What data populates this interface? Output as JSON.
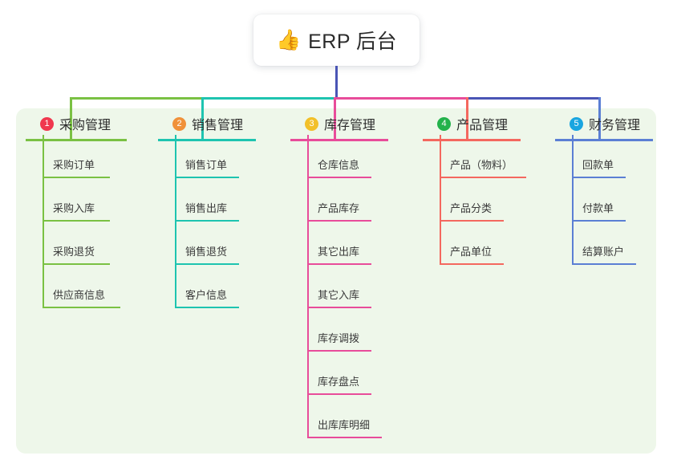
{
  "root": {
    "icon": "thumbs-up-icon",
    "icon_glyph": "👍",
    "title": "ERP 后台"
  },
  "palette": {
    "panel_background": "#eef7ea",
    "page_background": "#ffffff",
    "root_stem": "#4a55b5",
    "text": "#2d2d2d"
  },
  "columns": [
    {
      "index": "1",
      "badge_color": "#f0374e",
      "line_color": "#7ac143",
      "title": "采购管理",
      "header_rule_width": 126,
      "items": [
        {
          "label": "采购订单",
          "rule_width": 84
        },
        {
          "label": "采购入库",
          "rule_width": 84
        },
        {
          "label": "采购退货",
          "rule_width": 84
        },
        {
          "label": "供应商信息",
          "rule_width": 97
        }
      ]
    },
    {
      "index": "2",
      "badge_color": "#f0913a",
      "line_color": "#1ec4b0",
      "title": "销售管理",
      "header_rule_width": 122,
      "items": [
        {
          "label": "销售订单",
          "rule_width": 80
        },
        {
          "label": "销售出库",
          "rule_width": 80
        },
        {
          "label": "销售退货",
          "rule_width": 80
        },
        {
          "label": "客户信息",
          "rule_width": 80
        }
      ]
    },
    {
      "index": "3",
      "badge_color": "#f2c029",
      "line_color": "#e84c9a",
      "title": "库存管理",
      "header_rule_width": 122,
      "items": [
        {
          "label": "仓库信息",
          "rule_width": 80
        },
        {
          "label": "产品库存",
          "rule_width": 80
        },
        {
          "label": "其它出库",
          "rule_width": 80
        },
        {
          "label": "其它入库",
          "rule_width": 80
        },
        {
          "label": "库存调拨",
          "rule_width": 80
        },
        {
          "label": "库存盘点",
          "rule_width": 80
        },
        {
          "label": "出库库明细",
          "rule_width": 93
        }
      ]
    },
    {
      "index": "4",
      "badge_color": "#23b24b",
      "line_color": "#f4685f",
      "title": "产品管理",
      "header_rule_width": 122,
      "items": [
        {
          "label": "产品（物料）",
          "rule_width": 108
        },
        {
          "label": "产品分类",
          "rule_width": 80
        },
        {
          "label": "产品单位",
          "rule_width": 80
        }
      ]
    },
    {
      "index": "5",
      "badge_color": "#19a5e0",
      "line_color": "#5b7fd4",
      "title": "财务管理",
      "header_rule_width": 122,
      "items": [
        {
          "label": "回款单",
          "rule_width": 67
        },
        {
          "label": "付款单",
          "rule_width": 67
        },
        {
          "label": "结算账户",
          "rule_width": 80
        }
      ]
    }
  ]
}
